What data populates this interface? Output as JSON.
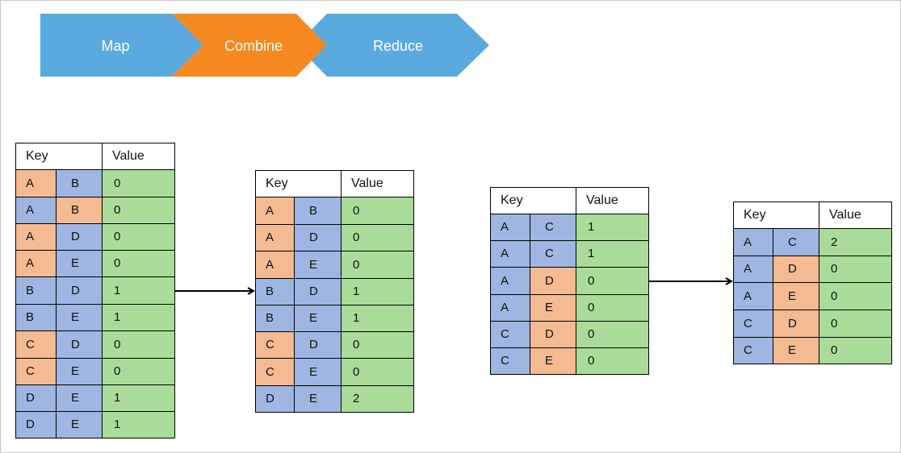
{
  "pipeline": {
    "stages": [
      {
        "label": "Map",
        "color": "#5aaae0"
      },
      {
        "label": "Combine",
        "color": "#f5891f"
      },
      {
        "label": "Reduce",
        "color": "#5aaae0"
      }
    ]
  },
  "colors": {
    "blue": "#9fb6e2",
    "orange": "#f4ba92",
    "green": "#a9dc98"
  },
  "tables": [
    {
      "header": {
        "key": "Key",
        "value": "Value"
      },
      "rows": [
        {
          "k1": "A",
          "c1": "orange",
          "k2": "B",
          "c2": "blue",
          "v": "0"
        },
        {
          "k1": "A",
          "c1": "blue",
          "k2": "B",
          "c2": "orange",
          "v": "0"
        },
        {
          "k1": "A",
          "c1": "orange",
          "k2": "D",
          "c2": "blue",
          "v": "0"
        },
        {
          "k1": "A",
          "c1": "orange",
          "k2": "E",
          "c2": "blue",
          "v": "0"
        },
        {
          "k1": "B",
          "c1": "blue",
          "k2": "D",
          "c2": "blue",
          "v": "1"
        },
        {
          "k1": "B",
          "c1": "blue",
          "k2": "E",
          "c2": "blue",
          "v": "1"
        },
        {
          "k1": "C",
          "c1": "orange",
          "k2": "D",
          "c2": "blue",
          "v": "0"
        },
        {
          "k1": "C",
          "c1": "orange",
          "k2": "E",
          "c2": "blue",
          "v": "0"
        },
        {
          "k1": "D",
          "c1": "blue",
          "k2": "E",
          "c2": "blue",
          "v": "1"
        },
        {
          "k1": "D",
          "c1": "blue",
          "k2": "E",
          "c2": "blue",
          "v": "1"
        }
      ]
    },
    {
      "header": {
        "key": "Key",
        "value": "Value"
      },
      "rows": [
        {
          "k1": "A",
          "c1": "orange",
          "k2": "B",
          "c2": "blue",
          "v": "0"
        },
        {
          "k1": "A",
          "c1": "orange",
          "k2": "D",
          "c2": "blue",
          "v": "0"
        },
        {
          "k1": "A",
          "c1": "orange",
          "k2": "E",
          "c2": "blue",
          "v": "0"
        },
        {
          "k1": "B",
          "c1": "blue",
          "k2": "D",
          "c2": "blue",
          "v": "1"
        },
        {
          "k1": "B",
          "c1": "blue",
          "k2": "E",
          "c2": "blue",
          "v": "1"
        },
        {
          "k1": "C",
          "c1": "orange",
          "k2": "D",
          "c2": "blue",
          "v": "0"
        },
        {
          "k1": "C",
          "c1": "orange",
          "k2": "E",
          "c2": "blue",
          "v": "0"
        },
        {
          "k1": "D",
          "c1": "blue",
          "k2": "E",
          "c2": "blue",
          "v": "2"
        }
      ]
    },
    {
      "header": {
        "key": "Key",
        "value": "Value"
      },
      "rows": [
        {
          "k1": "A",
          "c1": "blue",
          "k2": "C",
          "c2": "blue",
          "v": "1"
        },
        {
          "k1": "A",
          "c1": "blue",
          "k2": "C",
          "c2": "blue",
          "v": "1"
        },
        {
          "k1": "A",
          "c1": "blue",
          "k2": "D",
          "c2": "orange",
          "v": "0"
        },
        {
          "k1": "A",
          "c1": "blue",
          "k2": "E",
          "c2": "orange",
          "v": "0"
        },
        {
          "k1": "C",
          "c1": "blue",
          "k2": "D",
          "c2": "orange",
          "v": "0"
        },
        {
          "k1": "C",
          "c1": "blue",
          "k2": "E",
          "c2": "orange",
          "v": "0"
        }
      ]
    },
    {
      "header": {
        "key": "Key",
        "value": "Value"
      },
      "rows": [
        {
          "k1": "A",
          "c1": "blue",
          "k2": "C",
          "c2": "blue",
          "v": "2"
        },
        {
          "k1": "A",
          "c1": "blue",
          "k2": "D",
          "c2": "orange",
          "v": "0"
        },
        {
          "k1": "A",
          "c1": "blue",
          "k2": "E",
          "c2": "orange",
          "v": "0"
        },
        {
          "k1": "C",
          "c1": "blue",
          "k2": "D",
          "c2": "orange",
          "v": "0"
        },
        {
          "k1": "C",
          "c1": "blue",
          "k2": "E",
          "c2": "orange",
          "v": "0"
        }
      ]
    }
  ]
}
